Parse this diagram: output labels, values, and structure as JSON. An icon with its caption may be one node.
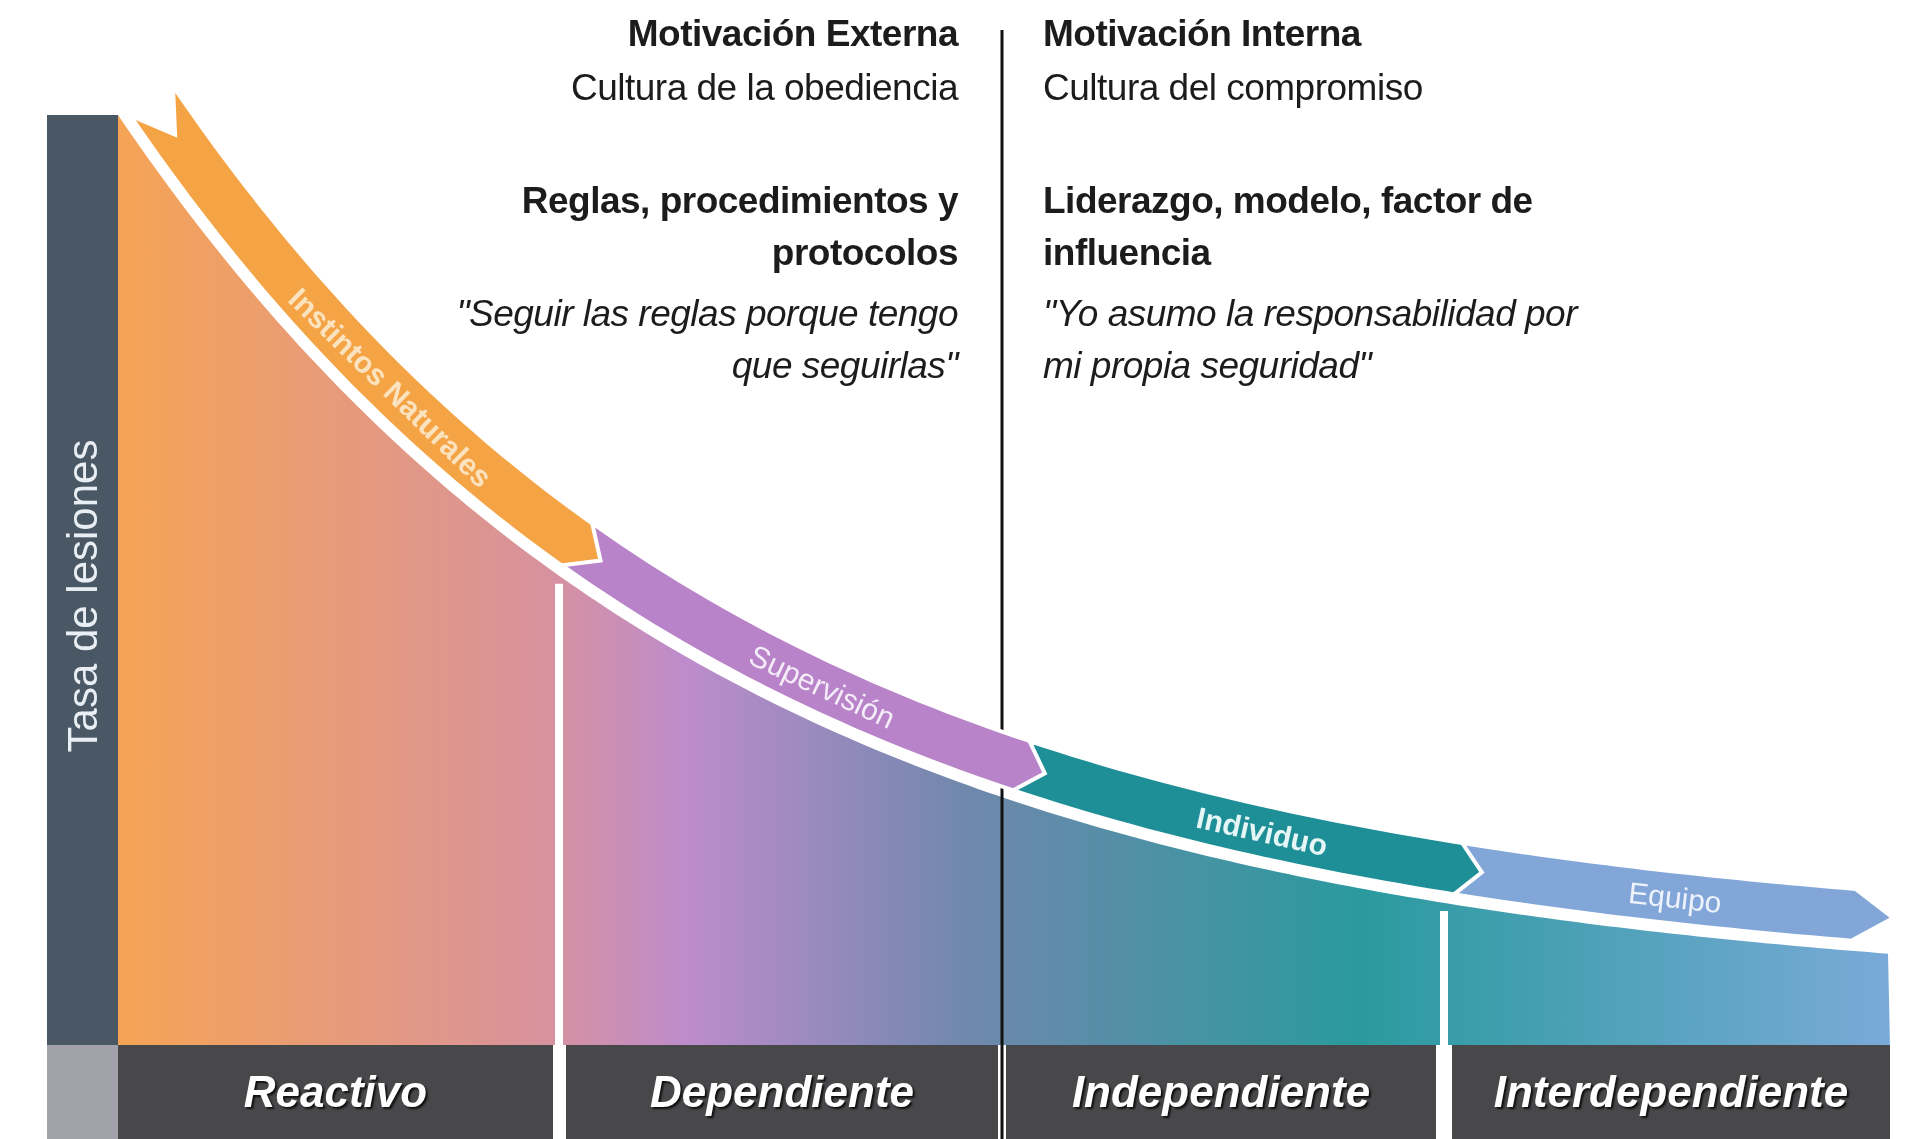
{
  "diagram": {
    "nodes": [
      {
        "text": [
          "Tasa de lesiones"
        ]
      },
      {
        "text": [
          "Instintos Naturales"
        ]
      },
      {
        "text": [
          "Supervisión"
        ]
      },
      {
        "text": [
          "Individuo"
        ]
      },
      {
        "text": [
          "Equipo"
        ]
      },
      {
        "text": [
          "Reactivo"
        ]
      },
      {
        "text": [
          "Dependiente"
        ]
      },
      {
        "text": [
          "Independiente"
        ]
      },
      {
        "text": [
          "Interdependiente"
        ]
      }
    ],
    "labels": [
      "Motivación Externa",
      "Cultura de la obediencia",
      "Reglas, procedimientos y protocolos",
      "\"Seguir las reglas porque tengo que seguirlas\"",
      "Motivación Interna",
      "Cultura del compromiso",
      "Liderazgo, modelo, factor de influencia",
      "\"Yo asumo la responsabilidad por mi propia seguridad\""
    ]
  }
}
